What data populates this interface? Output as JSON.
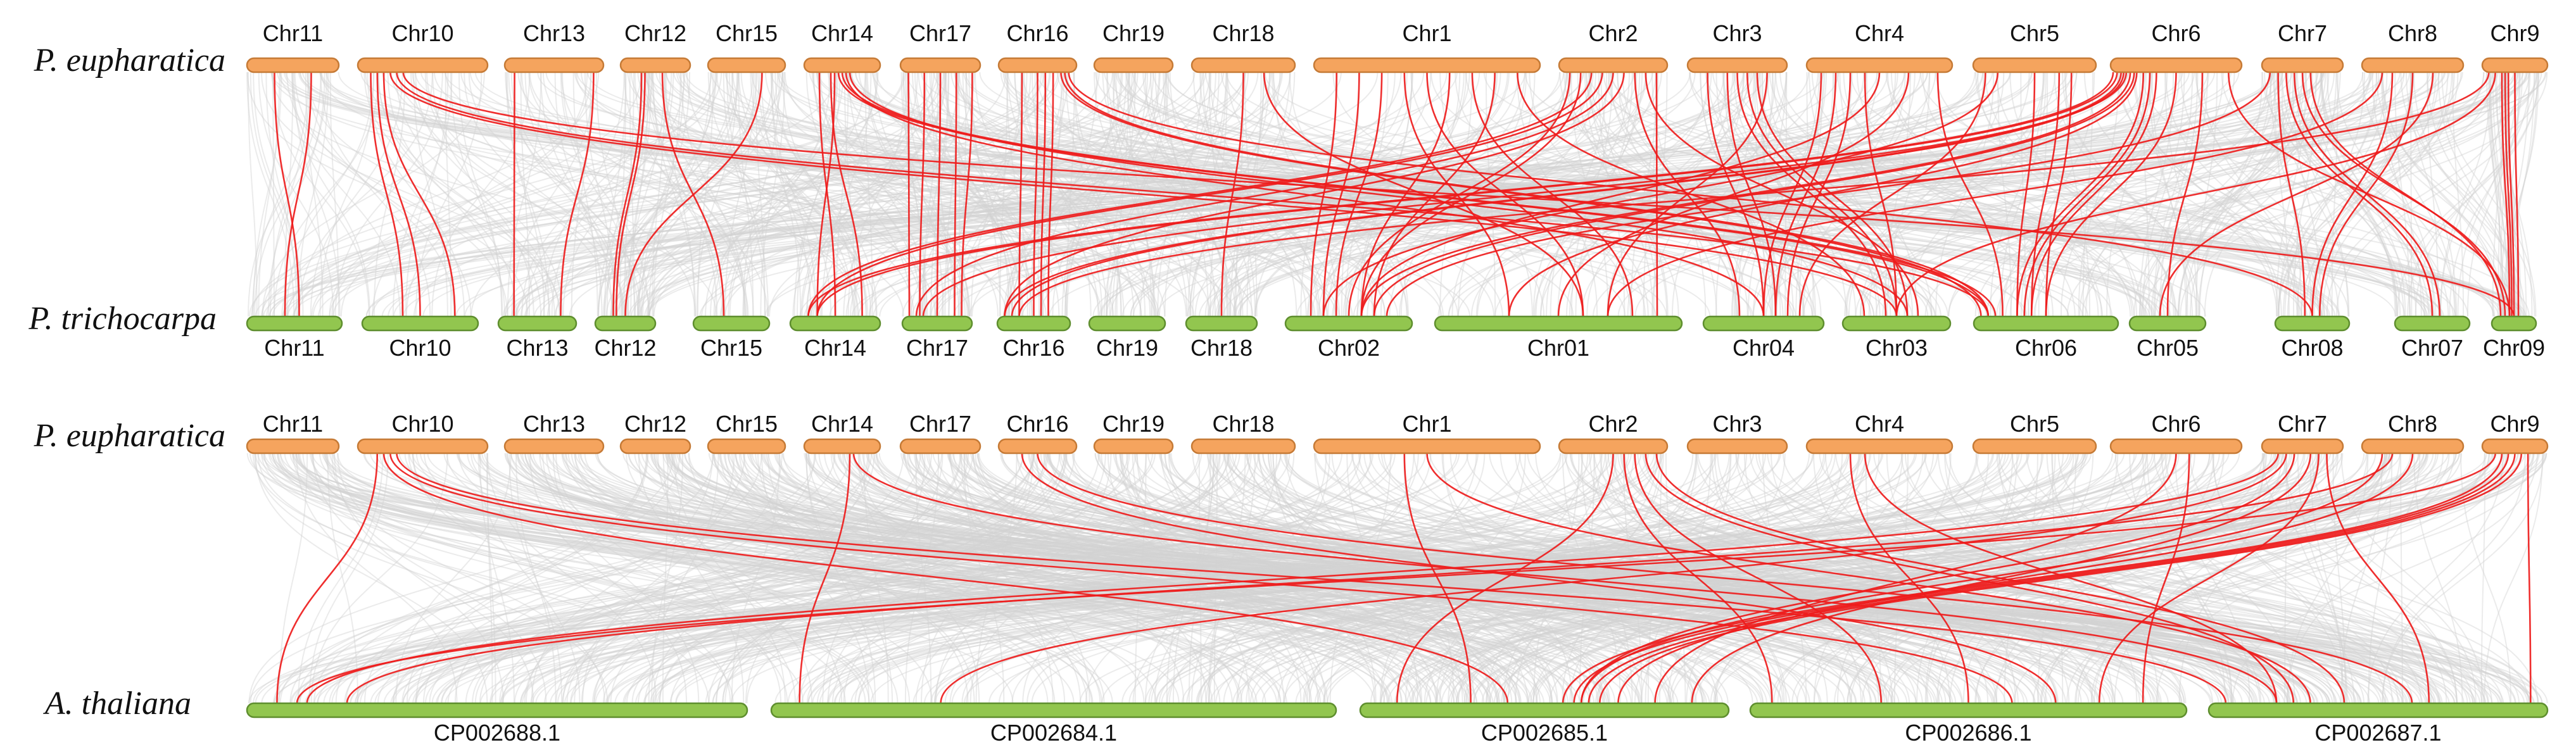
{
  "colors": {
    "query_fill": "#F5A45E",
    "query_stroke": "#C57A36",
    "target_fill": "#92C64F",
    "target_stroke": "#5E8E2E",
    "link_red": "#EE1C1C",
    "link_gray": "#D2D2D2"
  },
  "panels": [
    {
      "id": "top",
      "top_species": "P. eupharatica",
      "bottom_species": "P. trichocarpa",
      "top_chromosomes": [
        "Chr11",
        "Chr10",
        "Chr13",
        "Chr12",
        "Chr15",
        "Chr14",
        "Chr17",
        "Chr16",
        "Chr19",
        "Chr18",
        "Chr1",
        "Chr2",
        "Chr3",
        "Chr4",
        "Chr5",
        "Chr6",
        "Chr7",
        "Chr8",
        "Chr9"
      ],
      "bottom_chromosomes": [
        "Chr11",
        "Chr10",
        "Chr13",
        "Chr12",
        "Chr15",
        "Chr14",
        "Chr17",
        "Chr16",
        "Chr19",
        "Chr18",
        "Chr02",
        "Chr01",
        "Chr04",
        "Chr03",
        "Chr06",
        "Chr05",
        "Chr08",
        "Chr07",
        "Chr09"
      ]
    },
    {
      "id": "bottom",
      "top_species": "P. eupharatica",
      "bottom_species": "A. thaliana",
      "top_chromosomes": [
        "Chr11",
        "Chr10",
        "Chr13",
        "Chr12",
        "Chr15",
        "Chr14",
        "Chr17",
        "Chr16",
        "Chr19",
        "Chr18",
        "Chr1",
        "Chr2",
        "Chr3",
        "Chr4",
        "Chr5",
        "Chr6",
        "Chr7",
        "Chr8",
        "Chr9"
      ],
      "bottom_chromosomes": [
        "CP002688.1",
        "CP002684.1",
        "CP002685.1",
        "CP002686.1",
        "CP002687.1"
      ]
    }
  ]
}
